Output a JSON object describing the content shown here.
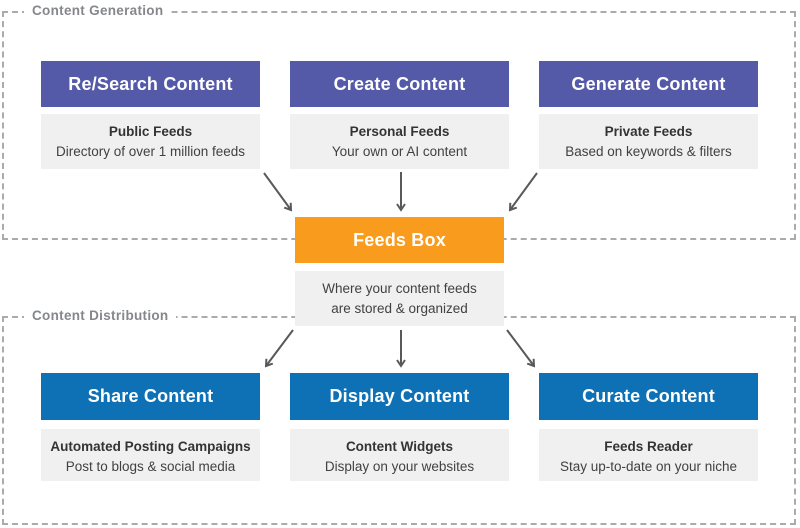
{
  "colors": {
    "purple": "#5459A8",
    "blue": "#0E71B6",
    "orange": "#F99B1C",
    "graybox": "#F0F0F0",
    "arrow": "#58595B",
    "border": "#ABABAB",
    "label": "#85878A",
    "text-title": "#333333",
    "text-sub": "#414141"
  },
  "sections": {
    "generation": {
      "label": "Content Generation",
      "cards": [
        {
          "title": "Re/Search Content",
          "sub_title": "Public Feeds",
          "sub_text": "Directory of over 1 million feeds"
        },
        {
          "title": "Create Content",
          "sub_title": "Personal Feeds",
          "sub_text": "Your own or AI content"
        },
        {
          "title": "Generate Content",
          "sub_title": "Private Feeds",
          "sub_text": "Based on keywords & filters"
        }
      ]
    },
    "hub": {
      "title": "Feeds Box",
      "sub_lines": [
        "Where your content feeds",
        "are stored & organized"
      ]
    },
    "distribution": {
      "label": "Content Distribution",
      "cards": [
        {
          "title": "Share Content",
          "sub_title": "Automated Posting Campaigns",
          "sub_text": "Post to blogs & social media"
        },
        {
          "title": "Display Content",
          "sub_title": "Content Widgets",
          "sub_text": "Display on your websites"
        },
        {
          "title": "Curate Content",
          "sub_title": "Feeds Reader",
          "sub_text": "Stay up-to-date on your niche"
        }
      ]
    }
  }
}
